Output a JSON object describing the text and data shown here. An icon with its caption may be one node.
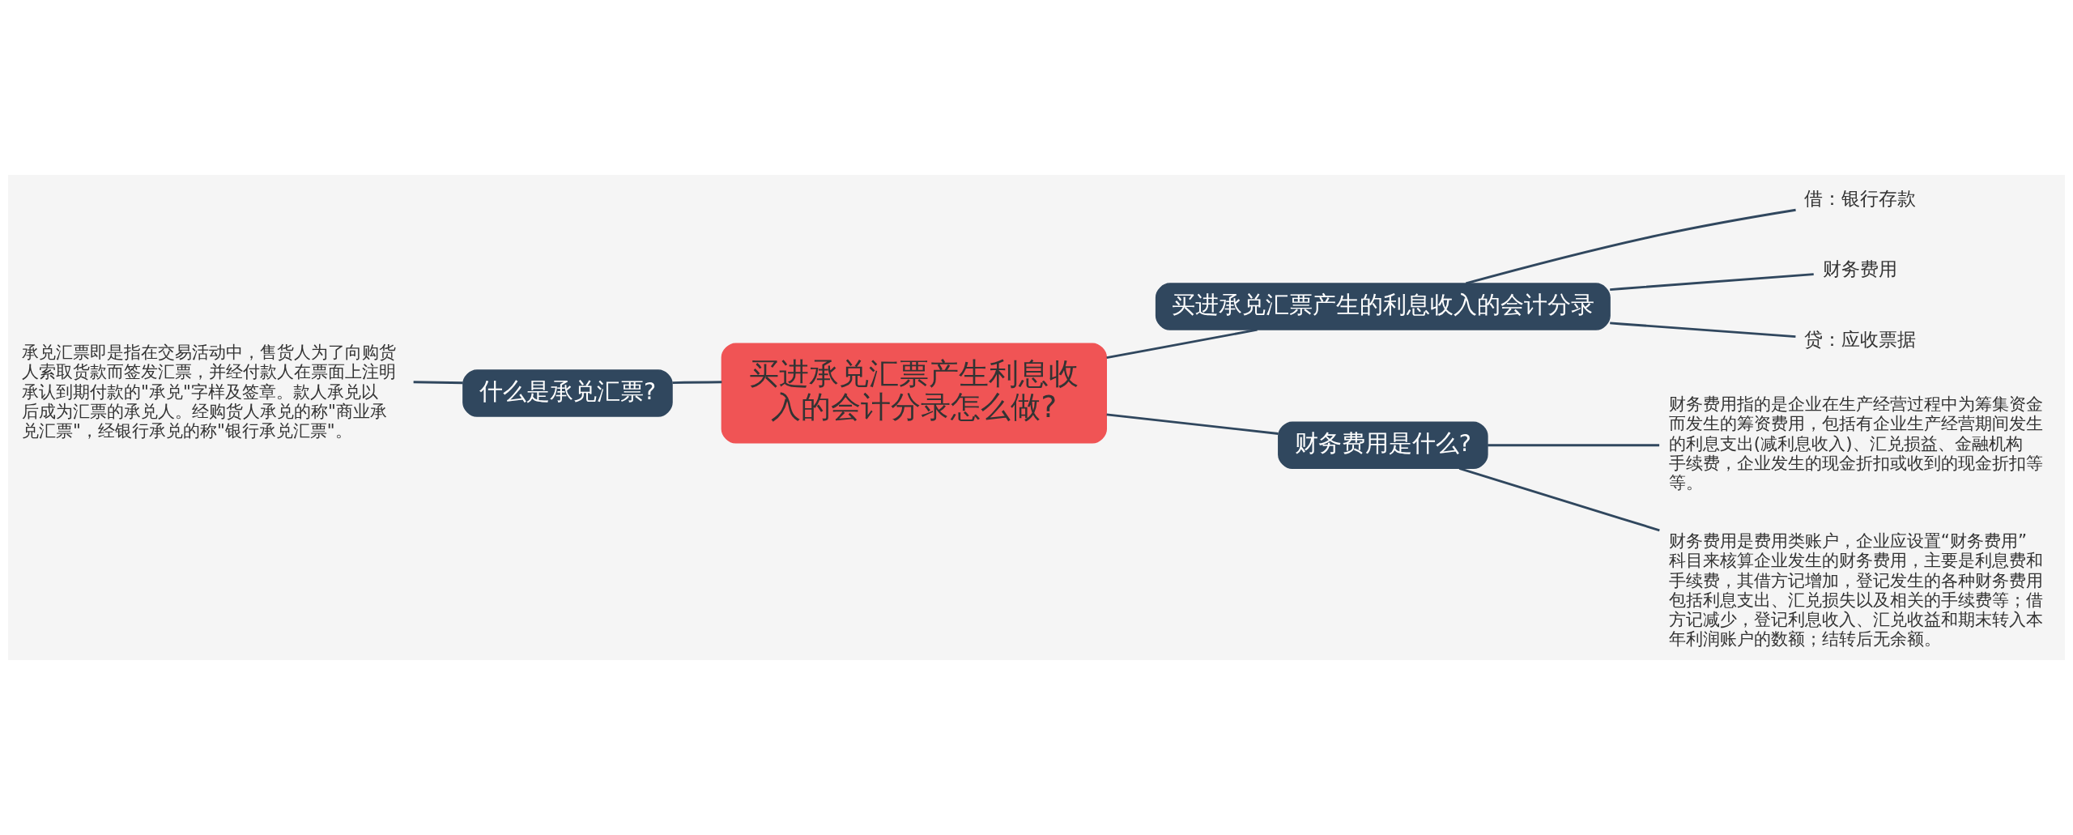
{
  "diagram": {
    "nodes": [
      {
        "text": [
          "买进承兑汇票产生利息收入的会计分录怎么做?"
        ]
      },
      {
        "text": [
          "什么是承兑汇票?"
        ]
      },
      {
        "text": [
          "承兑汇票即是指在交易活动中，售货人为了向购货人索取货款而签发汇票，并经付款人在票面上注明承认到期付款的\"承兑\"字样及签章。款人承兑以后成为汇票的承兑人。经购货人承兑的称\"商业承兑汇票\"，经银行承兑的称\"银行承兑汇票\"。"
        ]
      },
      {
        "text": [
          "买进承兑汇票产生的利息收入的会计分录"
        ]
      },
      {
        "text": [
          "借：银行存款"
        ]
      },
      {
        "text": [
          "财务费用"
        ]
      },
      {
        "text": [
          "贷：应收票据"
        ]
      },
      {
        "text": [
          "财务费用是什么?"
        ]
      },
      {
        "text": [
          "财务费用指的是企业在生产经营过程中为筹集资金而发生的筹资费用，包括有企业生产经营期间发生的利息支出(减利息收入)、汇兑损益、金融机构手续费，企业发生的现金折扣或收到的现金折扣等等。"
        ]
      },
      {
        "text": [
          "财务费用是费用类账户，企业应设置“财务费用”科目来核算企业发生的财务费用，主要是利息费和手续费，其借方记增加，登记发生的各种财务费用包括利息支出、汇兑损失以及相关的手续费等；借方记减少，登记利息收入、汇兑收益和期末转入本年利润账户的数额；结转后无余额。"
        ]
      }
    ],
    "edges": [
      {
        "from": 0,
        "to": 1,
        "arrow": "none"
      },
      {
        "from": 1,
        "to": 2,
        "arrow": "none"
      },
      {
        "from": 0,
        "to": 3,
        "arrow": "none"
      },
      {
        "from": 3,
        "to": 4,
        "arrow": "none"
      },
      {
        "from": 3,
        "to": 5,
        "arrow": "none"
      },
      {
        "from": 3,
        "to": 6,
        "arrow": "none"
      },
      {
        "from": 0,
        "to": 7,
        "arrow": "none"
      },
      {
        "from": 7,
        "to": 8,
        "arrow": "none"
      },
      {
        "from": 7,
        "to": 9,
        "arrow": "none"
      }
    ]
  }
}
